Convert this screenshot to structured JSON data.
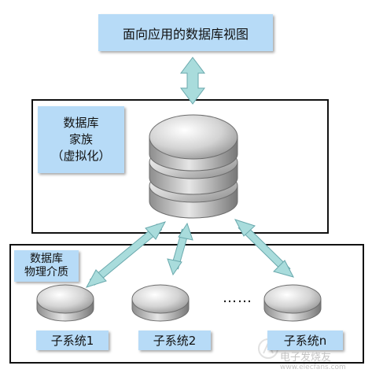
{
  "diagram": {
    "top_label": "面向应用的数据库视图",
    "family_label": [
      "数据库",
      "家族",
      "（虚拟化）"
    ],
    "media_label": [
      "数据库",
      "物理介质"
    ],
    "subsystems": [
      "子系统1",
      "子系统2",
      "子系统n"
    ],
    "ellipsis": "……",
    "watermark": "电子发烧友",
    "watermark_url": "www.elecfans.com"
  },
  "colors": {
    "label_fill": "#b7dbf7",
    "arrow_fill": "#a9dcdc",
    "frame_stroke": "#111111"
  }
}
